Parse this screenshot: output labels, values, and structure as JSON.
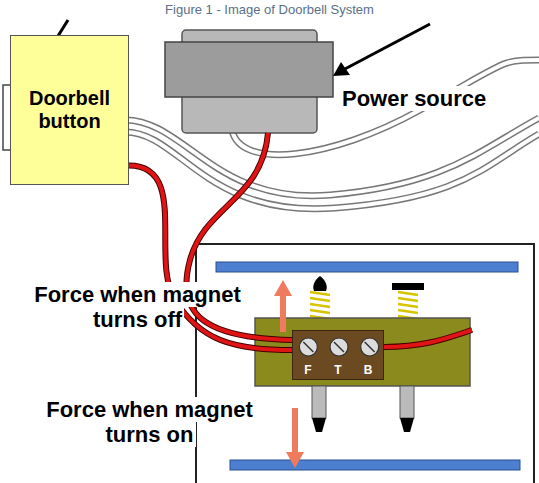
{
  "diagram": {
    "title": "Figure 1 - Image of Doorbell System",
    "nodes": [
      {
        "text": [
          "Doorbell button"
        ]
      },
      {
        "text": [
          "F",
          "T",
          "B"
        ]
      }
    ],
    "edges": [
      {
        "from": 0,
        "to": 1,
        "arrow": "none"
      }
    ],
    "labels": [
      "Power source",
      "Force when magnet turns off",
      "Force when magnet turns on"
    ]
  }
}
